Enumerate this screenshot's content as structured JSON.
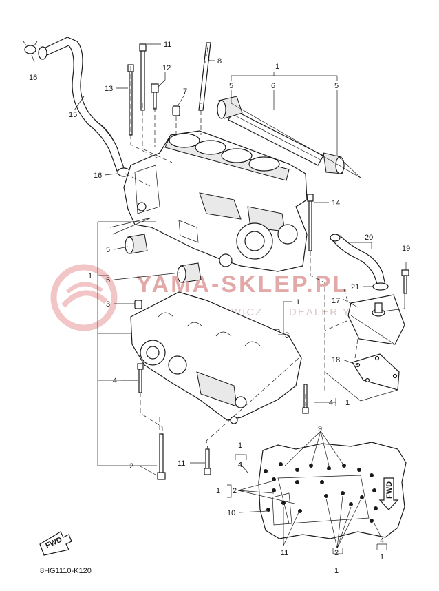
{
  "diagram_code": "8HG1110-K120",
  "watermark": {
    "main": "YAMA-SKLEP.PL",
    "sub_left": "WICZ",
    "sub_right": "DEALER YAM",
    "color": "#e3a9a9"
  },
  "fwd_label": "FWD",
  "callouts": {
    "c1_top": "1",
    "c5_left_top": "5",
    "c6": "6",
    "c5_right_top": "5",
    "c8": "8",
    "c11_top": "11",
    "c12": "12",
    "c13": "13",
    "c7": "7",
    "c16_top": "16",
    "c15": "15",
    "c16_mid": "16",
    "c14": "14",
    "c20": "20",
    "c19": "19",
    "c21": "21",
    "c17": "17",
    "c18": "18",
    "c5_mid": "5",
    "c1_left": "1",
    "c5_low": "5",
    "c3_left": "3",
    "c1_right": "1",
    "c3_right": "3",
    "c4_left": "4",
    "c4_right": "4",
    "c1_right_b": "1",
    "c2_left": "2",
    "c11_left": "11",
    "c9": "9",
    "c1_map_top": "1",
    "c4_map_top": "4",
    "c1_map_left": "1",
    "c2_map_left": "2",
    "c10": "10",
    "c11_bottom": "11",
    "c2_bottom": "2",
    "c1_bottom": "1",
    "c4_bottom": "4",
    "c1_bottom_r": "1"
  },
  "colors": {
    "line": "#1a1a1a",
    "watermark_logo": "#f2c6c6"
  }
}
